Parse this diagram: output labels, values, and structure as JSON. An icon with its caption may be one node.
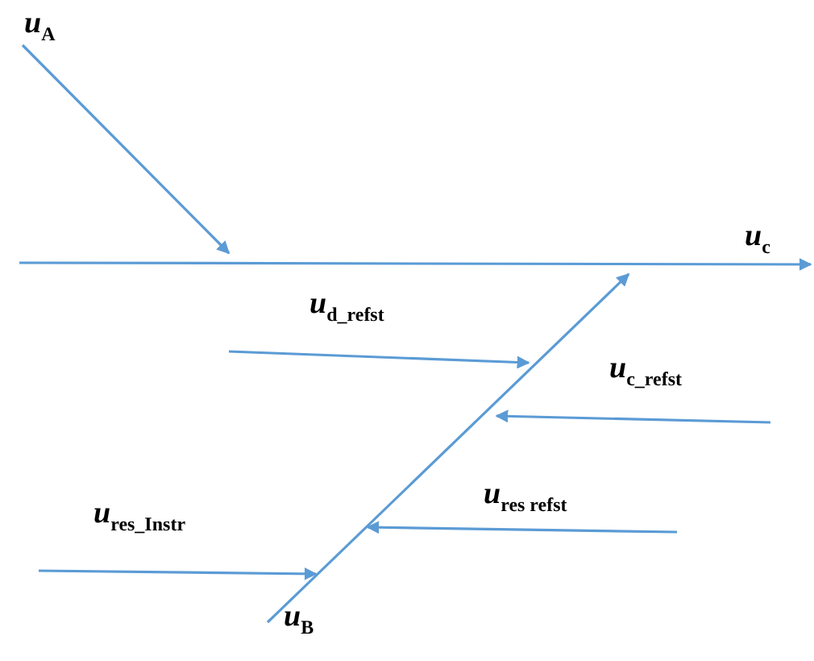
{
  "diagram": {
    "labels": [
      "*u*$_{A}$",
      "*u*$_{c}$",
      "*u*$_{d_refst}$",
      "*u*$_{c_refst}$",
      "*u*$_{res refst}$",
      "*u*$_{res_Instr}$",
      "*u*$_{B}$"
    ]
  }
}
